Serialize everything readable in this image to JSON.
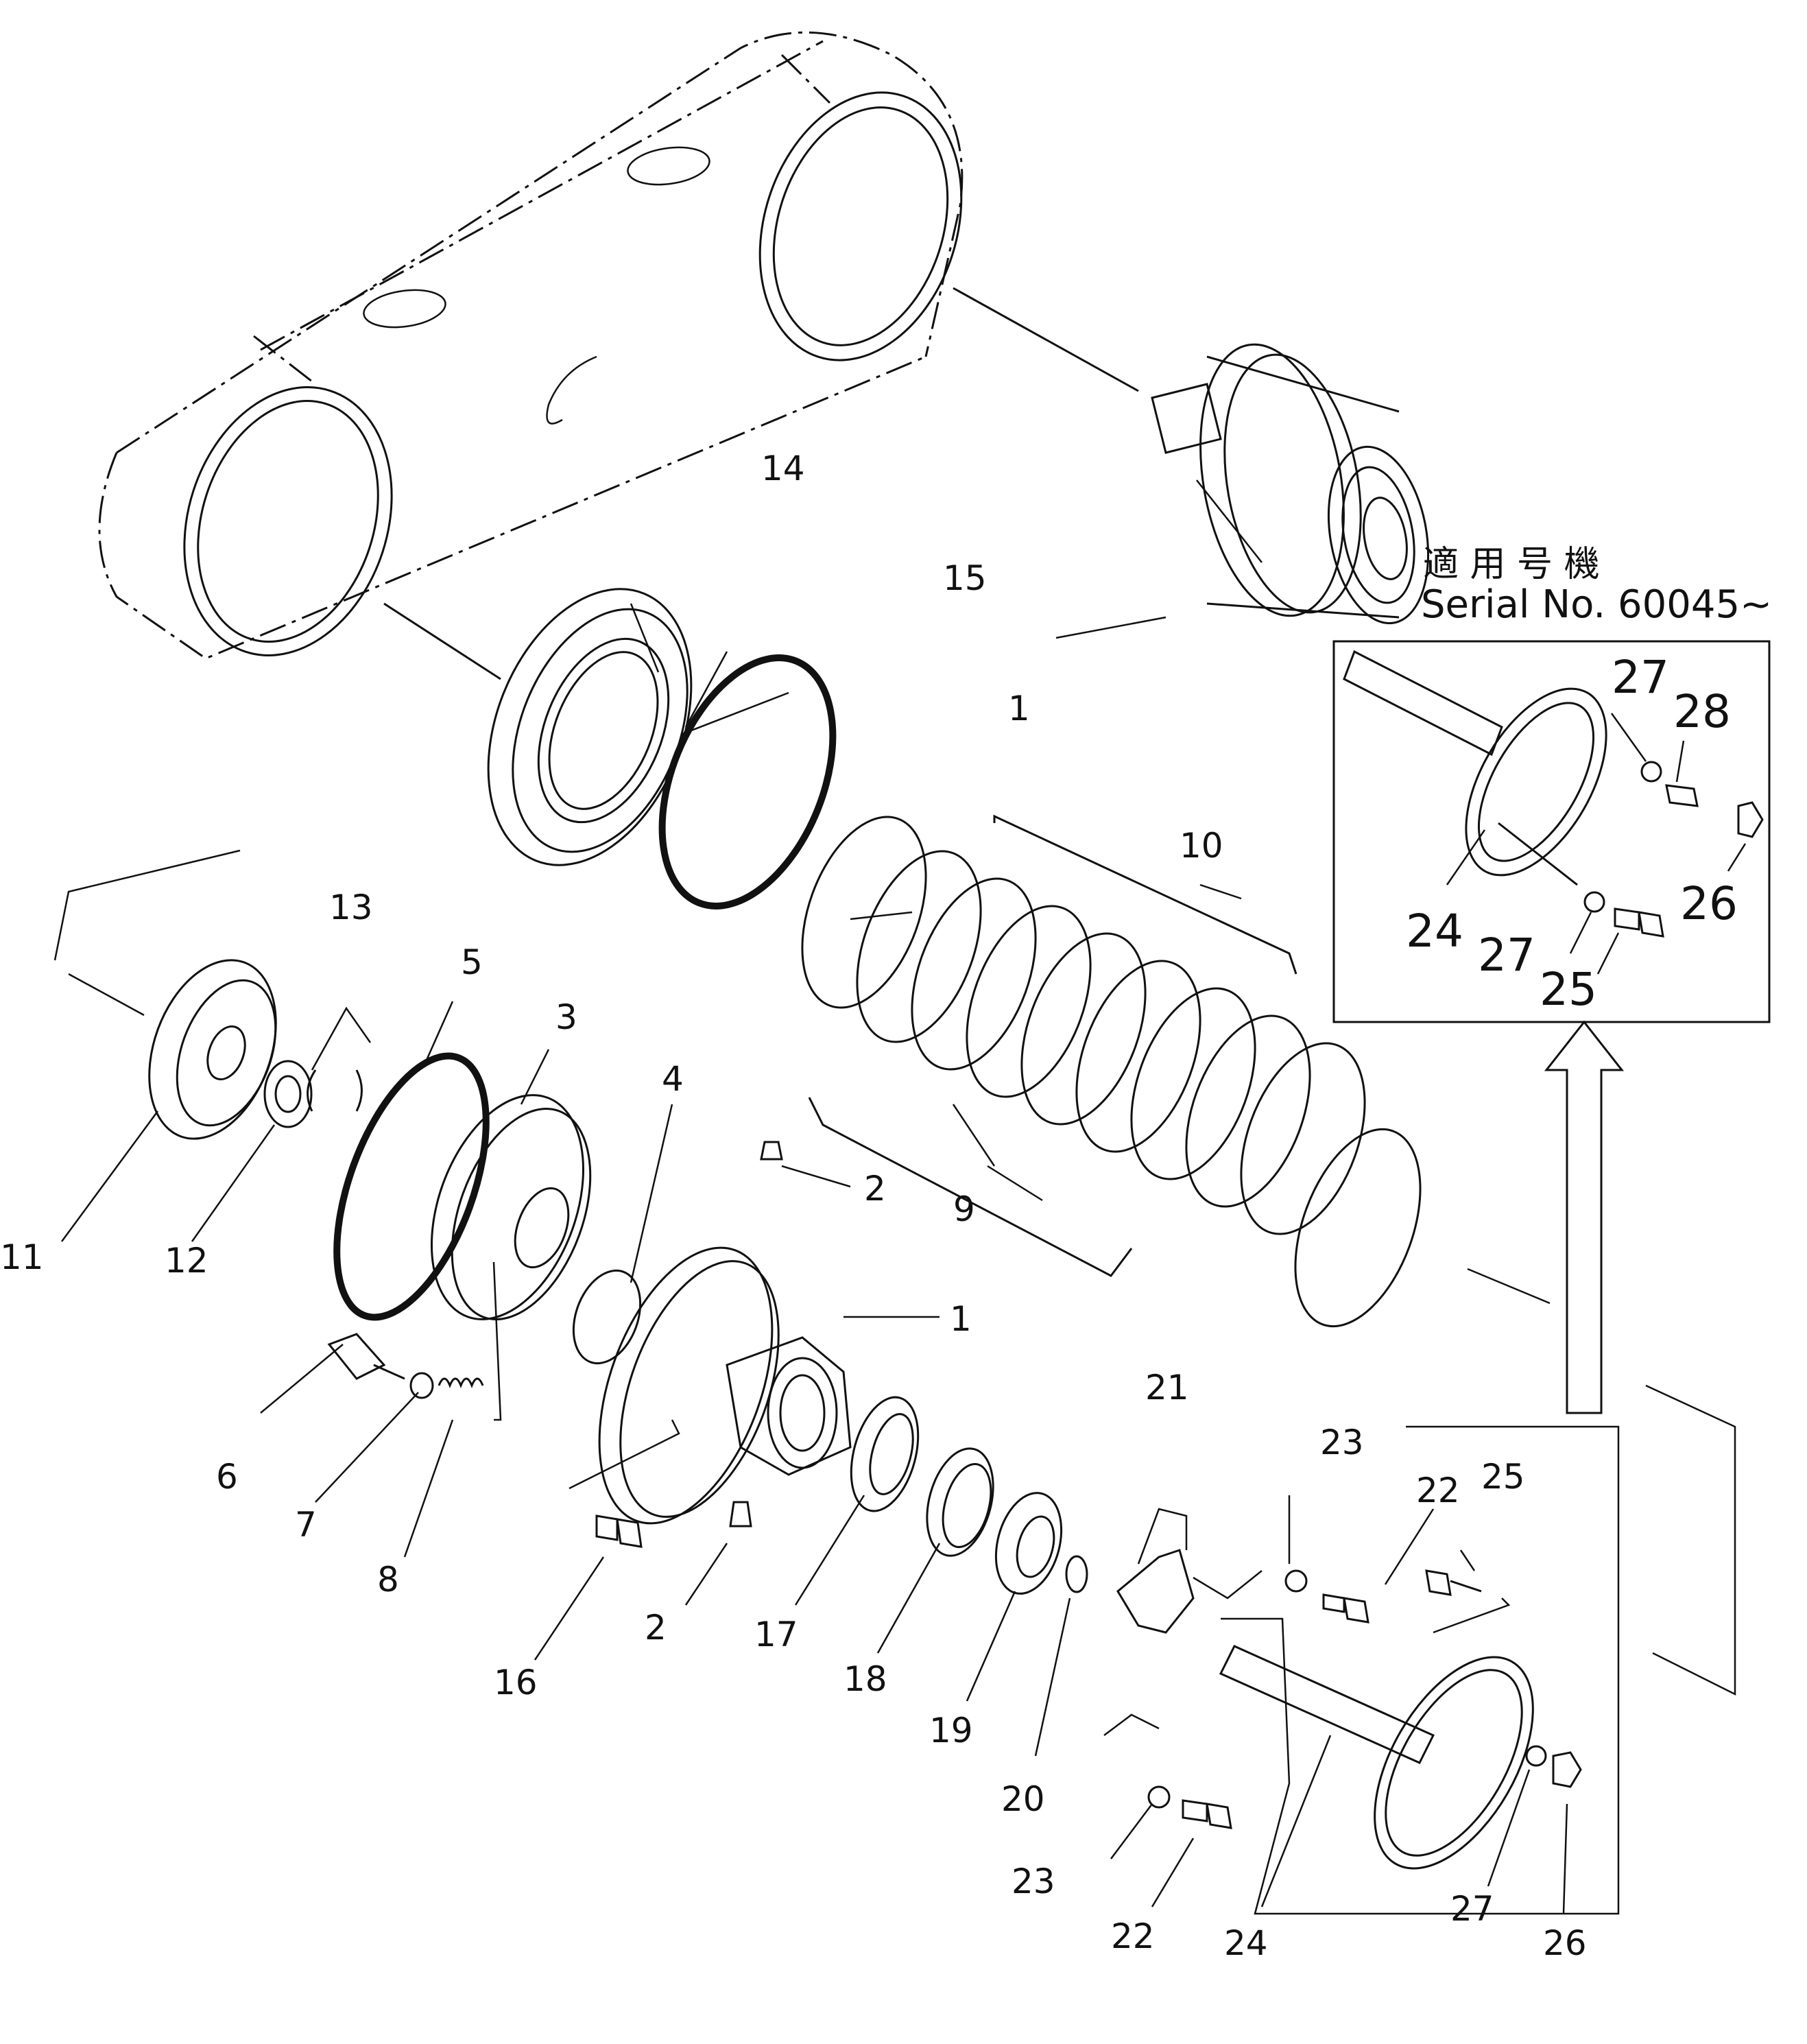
{
  "note": {
    "applicable_label": "適 用 号 機",
    "serial": "Serial No. 60045~"
  },
  "callouts": {
    "c1a": "1",
    "c1b": "1",
    "c2a": "2",
    "c2b": "2",
    "c3": "3",
    "c4": "4",
    "c5": "5",
    "c6": "6",
    "c7": "7",
    "c8": "8",
    "c9": "9",
    "c10": "10",
    "c11": "11",
    "c12": "12",
    "c13": "13",
    "c14": "14",
    "c15": "15",
    "c16": "16",
    "c17": "17",
    "c18": "18",
    "c19": "19",
    "c20": "20",
    "c21": "21",
    "c22a": "22",
    "c22b": "22",
    "c23a": "23",
    "c23b": "23",
    "c24": "24",
    "c25": "25",
    "c26": "26",
    "c27": "27"
  },
  "inset": {
    "c24": "24",
    "c25": "25",
    "c26": "26",
    "c27a": "27",
    "c27b": "27",
    "c28": "28"
  }
}
